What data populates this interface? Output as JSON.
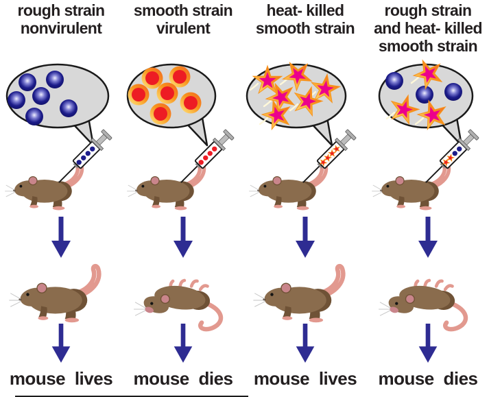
{
  "colors": {
    "text": "#231f20",
    "arrow": "#2e2c92",
    "bubble_fill": "#d8d8d8",
    "bubble_stroke": "#1a1a1a",
    "rough_cell_navy": "#1c1c8a",
    "smooth_core_red": "#ed1c24",
    "capsule_orange": "#f26522",
    "capsule_yellow": "#ffe982",
    "star_fill_magenta": "#ec008c",
    "star_stroke_orange": "#f7941d",
    "mouse_body": "#8a6c4d",
    "mouse_shade": "#6f5236",
    "mouse_tail": "#e2998f",
    "mouse_ear": "#c9858b",
    "syringe_metal": "#b0b0b0"
  },
  "columns": [
    {
      "id": "rough-strain",
      "title": "rough strain\nnonvirulent",
      "bubble_cells": [
        "rough",
        "rough",
        "rough",
        "rough",
        "rough",
        "rough"
      ],
      "syringe_contents": [
        "rough",
        "rough",
        "rough",
        "rough"
      ],
      "outcome": "alive",
      "result_label": "mouse lives"
    },
    {
      "id": "smooth-strain",
      "title": "smooth strain\nvirulent",
      "bubble_cells": [
        "smooth",
        "smooth",
        "smooth",
        "smooth",
        "smooth",
        "smooth"
      ],
      "syringe_contents": [
        "smooth",
        "smooth",
        "smooth",
        "smooth"
      ],
      "outcome": "dead",
      "result_label": "mouse dies"
    },
    {
      "id": "heat-killed-smooth-strain",
      "title": "heat- killed\nsmooth strain",
      "bubble_cells": [
        "star",
        "star",
        "star",
        "star",
        "star",
        "star"
      ],
      "syringe_contents": [
        "star",
        "star",
        "star",
        "star"
      ],
      "outcome": "alive",
      "result_label": "mouse lives"
    },
    {
      "id": "rough-plus-heat-killed-smooth",
      "title": "rough strain\nand heat- killed\nsmooth strain",
      "bubble_cells": [
        "rough",
        "rough",
        "rough",
        "star",
        "star",
        "star"
      ],
      "syringe_contents": [
        "star",
        "star",
        "rough",
        "rough"
      ],
      "outcome": "dead",
      "result_label": "mouse dies"
    }
  ],
  "icons": {
    "speech-bubble": "gray-ellipse-with-tail",
    "syringe": "diagonal-syringe-with-plunger",
    "down-arrow": "solid-navy-triangle-arrow",
    "rough-cell": "navy-sphere",
    "smooth-cell": "red-sphere-with-orange-capsule-ring",
    "heat-killed-cell": "magenta-starburst-with-orange-halo",
    "mouse-alive": "standing-brown-mouse",
    "mouse-dead": "brown-mouse-on-back-legs-up"
  }
}
